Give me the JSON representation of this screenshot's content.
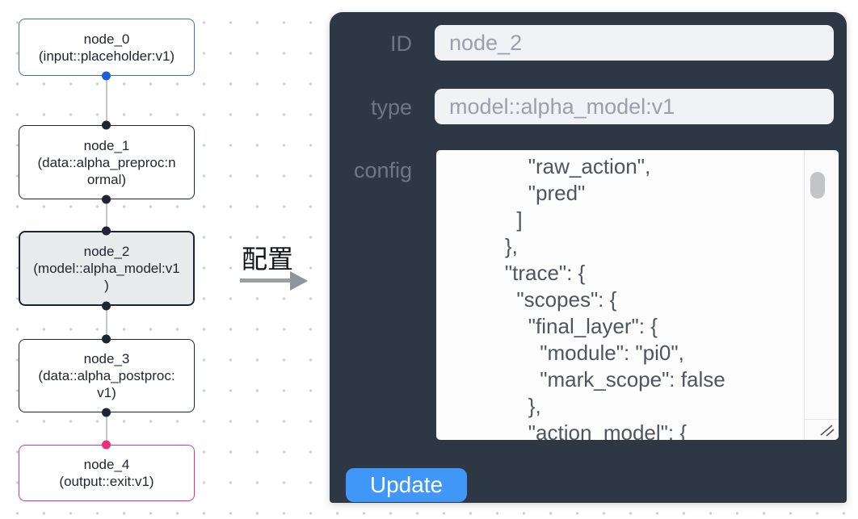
{
  "canvas": {
    "nodes": [
      {
        "title_lines": [
          "node_0",
          "(input::placeholder:v1)"
        ],
        "border_color": "#3c6cd2",
        "selected": false
      },
      {
        "title_lines": [
          "node_1",
          "(data::alpha_preproc:n",
          "ormal)"
        ],
        "border_color": "#1d2433",
        "selected": false
      },
      {
        "title_lines": [
          "node_2",
          "(model::alpha_model:v1",
          ")"
        ],
        "border_color": "#1d2433",
        "selected": true
      },
      {
        "title_lines": [
          "node_3",
          "(data::alpha_postproc:",
          "v1)"
        ],
        "border_color": "#1d2433",
        "selected": false
      },
      {
        "title_lines": [
          "node_4",
          "(output::exit:v1)"
        ],
        "border_color": "#ec2f7d",
        "selected": false
      }
    ]
  },
  "transfer_label": "配置",
  "panel": {
    "id_field": {
      "label": "ID",
      "value": "node_2"
    },
    "type_field": {
      "label": "type",
      "value": "model::alpha_model:v1"
    },
    "config_field": {
      "label": "config",
      "text": "        \"raw_action\",\n        \"pred\"\n      ]\n    },\n    \"trace\": {\n      \"scopes\": {\n        \"final_layer\": {\n          \"module\": \"pi0\",\n          \"mark_scope\": false\n        },\n        \"action_model\": {"
    },
    "update_button": "Update"
  },
  "colors": {
    "panel_bg": "#2e3744",
    "accent_blue": "#4197f8",
    "node_selected_bg": "#e9eaec",
    "input_bg": "#f0f2f6",
    "node_border_dark": "#1d2433",
    "node_border_blue": "#3c6cd2",
    "node_border_pink": "#ec2f7d",
    "connector_blue": "#1d5ed9",
    "connector_pink": "#ec2f7d",
    "connector_dark": "#1d2433"
  }
}
